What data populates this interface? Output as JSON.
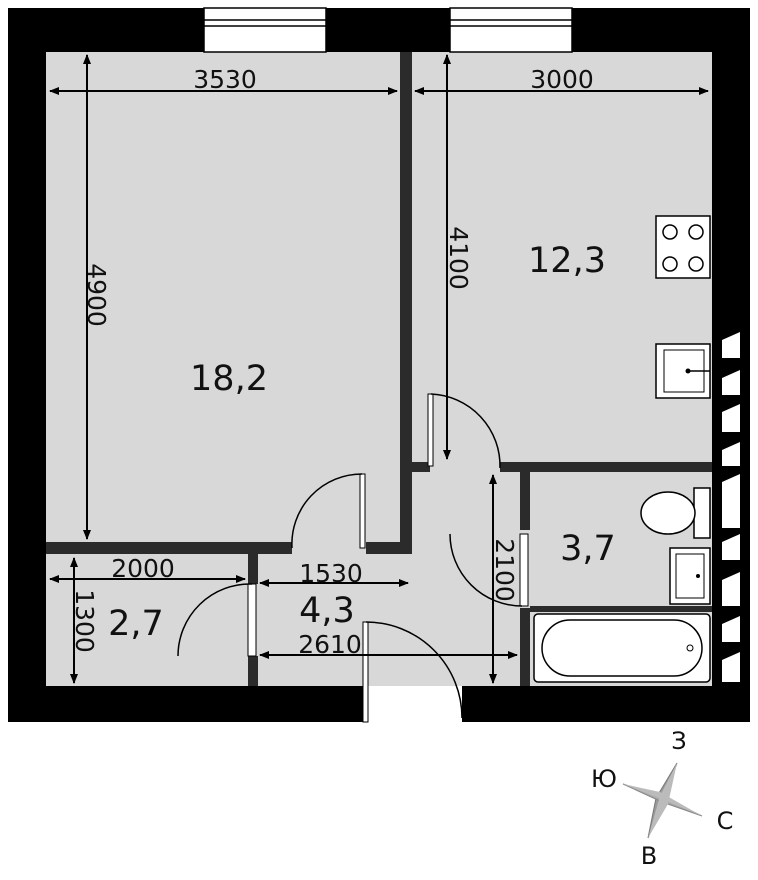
{
  "plan": {
    "rooms": [
      {
        "id": "living",
        "area": "18,2"
      },
      {
        "id": "kitchen",
        "area": "12,3"
      },
      {
        "id": "bathroom",
        "area": "3,7"
      },
      {
        "id": "storage",
        "area": "2,7"
      },
      {
        "id": "hall",
        "area": "4,3"
      }
    ],
    "dimensions": {
      "living_width": "3530",
      "living_depth": "4900",
      "kitchen_width": "3000",
      "kitchen_depth": "4100",
      "storage_width": "2000",
      "storage_depth": "1300",
      "hall_width": "1530",
      "hall_length": "2610",
      "bath_depth": "2100"
    }
  },
  "compass": {
    "north": "С",
    "south": "Ю",
    "east": "В",
    "west": "З"
  },
  "colors": {
    "wall": "#000000",
    "floor": "#d8d8d8",
    "partition": "#2b2b2b"
  }
}
